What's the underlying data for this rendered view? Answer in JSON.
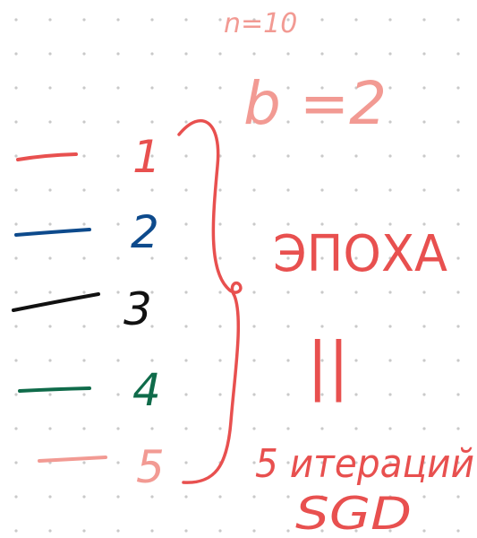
{
  "header": {
    "n_label": "n=10",
    "b_label": "b =2"
  },
  "rows": [
    {
      "number": "1",
      "color": "#e8504f"
    },
    {
      "number": "2",
      "color": "#0d4a8c"
    },
    {
      "number": "3",
      "color": "#111111"
    },
    {
      "number": "4",
      "color": "#0f6b4a"
    },
    {
      "number": "5",
      "color": "#f29a93"
    }
  ],
  "annotation": {
    "epoch": "ЭПОХА",
    "equals": "||",
    "iterations": "5 итераций",
    "method": "SGD"
  },
  "colors": {
    "accent_red": "#e8504f",
    "accent_pink": "#f29a93",
    "grid_dot": "#c9c9c9"
  }
}
